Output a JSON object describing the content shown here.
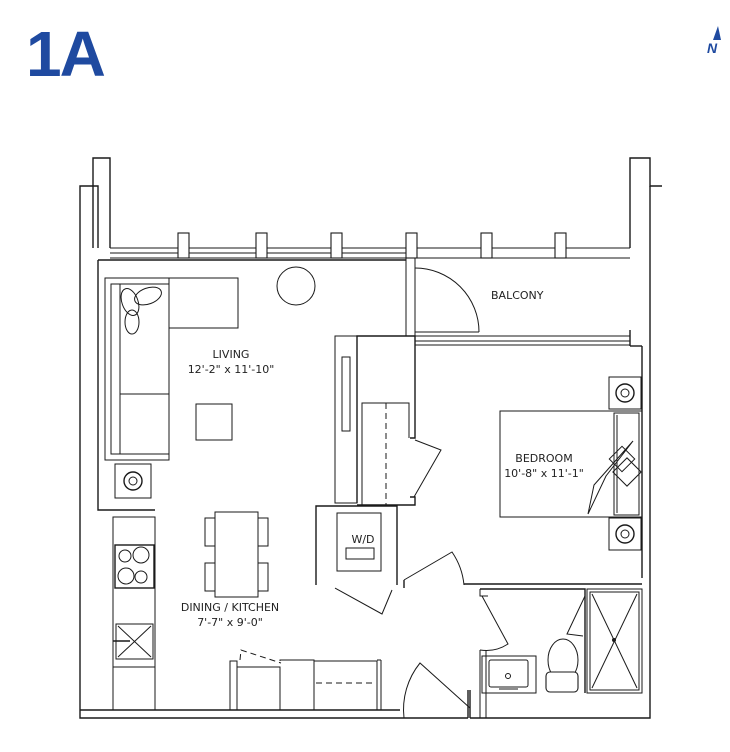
{
  "header": {
    "unit_name": "1A",
    "north_label": "N",
    "accent_color": "#1f4aa0"
  },
  "rooms": {
    "living": {
      "name": "LIVING",
      "dimensions": "12'-2\" x 11'-10\""
    },
    "balcony": {
      "name": "BALCONY"
    },
    "bedroom": {
      "name": "BEDROOM",
      "dimensions": "10'-8\" x 11'-1\""
    },
    "dining_kitchen": {
      "name": "DINING / KITCHEN",
      "dimensions": "7'-7\" x 9'-0\""
    },
    "laundry": {
      "name": "W/D"
    }
  },
  "icons": [
    "north-arrow-icon",
    "sofa-icon",
    "pillow-icon",
    "coffee-table-icon",
    "round-table-icon",
    "lamp-icon",
    "dining-table-icon",
    "chair-icon",
    "cooktop-icon",
    "kitchen-sink-icon",
    "dishwasher-icon",
    "fridge-icon",
    "washer-dryer-icon",
    "closet-icon",
    "bed-icon",
    "nightstand-icon",
    "bathroom-sink-icon",
    "toilet-icon",
    "shower-icon",
    "door-swing-icon",
    "window-icon"
  ]
}
